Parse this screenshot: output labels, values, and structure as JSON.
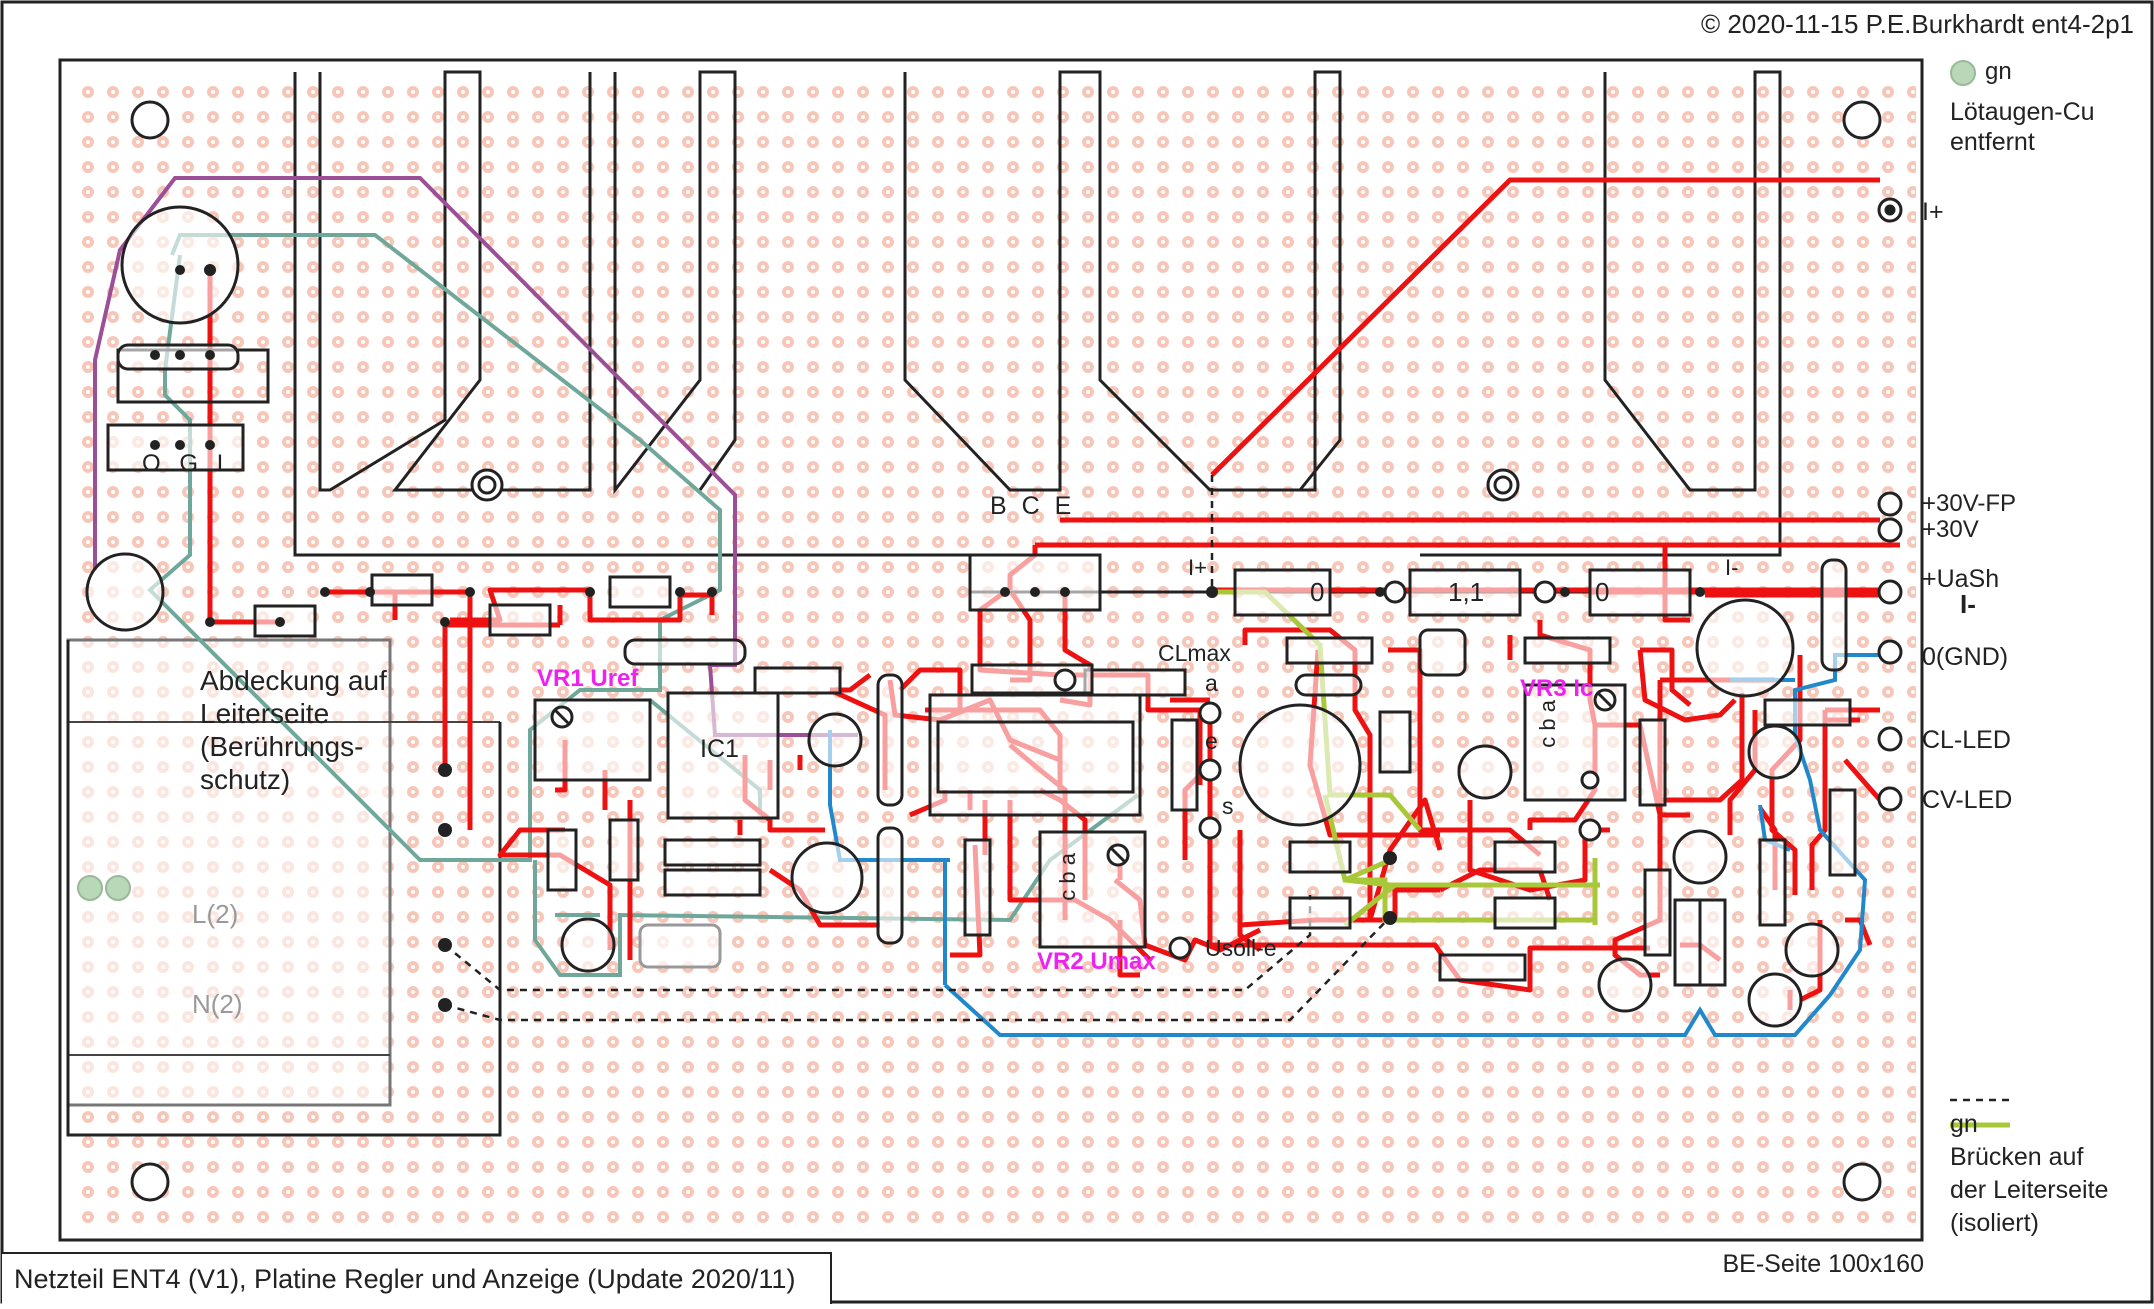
{
  "copyright": "© 2020-11-15 P.E.Burkhardt ent4-2p1",
  "title": "Netzteil ENT4 (V1), Platine Regler und Anzeige (Update 2020/11)",
  "board_side": "BE-Seite 100x160",
  "legend": {
    "pad_removed_color": "gn",
    "pad_removed_text1": "Lötaugen-Cu",
    "pad_removed_text2": "entfernt",
    "bridge_color": "gn",
    "bridge_text1": "Brücken auf",
    "bridge_text2": "der Leiterseite",
    "bridge_text3": "(isoliert)"
  },
  "cover": {
    "line1": "Abdeckung auf",
    "line2": "Leiterseite",
    "line3": "(Berührungs-",
    "line4": "schutz)",
    "l_label": "L(2)",
    "n_label": "N(2)"
  },
  "connectors": {
    "i_plus": "I+",
    "v30_fp": "+30V-FP",
    "v30": "+30V",
    "uash": "+UaSh",
    "i_minus": "I-",
    "gnd": "0(GND)",
    "cl_led": "CL-LED",
    "cv_led": "CV-LED"
  },
  "parts": {
    "vr1": "VR1 Uref",
    "vr2": "VR2 Umax",
    "vr3": "VR3 Ic",
    "ic1": "IC1",
    "bce": "B C E",
    "i_plus_node": "I+",
    "i_minus_node": "I-",
    "clmax": "CLmax",
    "pin_a": "a",
    "pin_e": "e",
    "pin_s": "s",
    "usoll": "Usoll-e",
    "r_zero1": "0",
    "r_shunt": "1,1",
    "r_zero2": "0",
    "pot_pins": "c b a",
    "vr3_pins": "c b a",
    "reg_pins": "O G I"
  },
  "colors": {
    "background": "#ffffff",
    "pad_fill": "#f6c7b8",
    "trace_red": "#ee1111",
    "trace_purple": "#9b4f96",
    "trace_teal": "#6fa89a",
    "trace_blue": "#2288cc",
    "bridge_green": "#a8c83a",
    "label_magenta": "#ee22ee"
  }
}
